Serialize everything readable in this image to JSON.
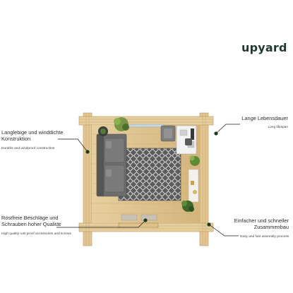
{
  "brand": {
    "logo": "upyard"
  },
  "callouts": [
    {
      "id": "lifespan",
      "title": "Lange Lebensdauer",
      "subtitle": "Long lifespan"
    },
    {
      "id": "construction",
      "title": "Langlebige und winddichte Konstruktion",
      "subtitle": "Durable and windproof construction"
    },
    {
      "id": "hardware",
      "title": "Rostfreie Beschläge und Schrauben hoher Qualität",
      "subtitle": "High quality rust proof accessories and screws"
    },
    {
      "id": "assembly",
      "title": "Einfacher und schneller Zusammenbau",
      "subtitle": "Easy and fast assembly process"
    }
  ],
  "colors": {
    "brand": "#1f3b2f",
    "wood_light": "#e9d3a8",
    "wood_mid": "#d9bc86",
    "wood_dark": "#b8925a",
    "leader": "#1a1a1a",
    "dot": "#1e3a1e"
  }
}
